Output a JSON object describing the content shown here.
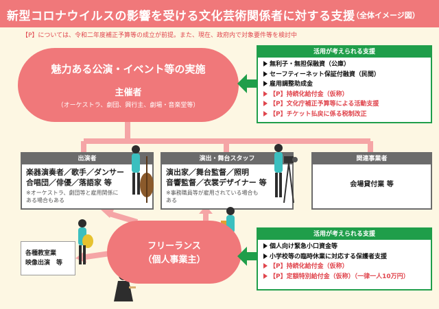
{
  "title": {
    "main": "新型コロナウイルスの影響を受ける文化芸術関係者に対する支援",
    "sub": "（全体イメージ図）"
  },
  "note": "【P】については、令和二年度補正予算等の成立が前提。また、現在、政府内で対象要件等を検討中",
  "organizer": {
    "title": "魅力ある公演・イベント等の実施",
    "role": "主催者",
    "members": "（オーケストラ、劇団、興行主、劇場・音楽堂等）"
  },
  "support_top": {
    "header": "活用が考えられる支援",
    "items": [
      {
        "text": "無利子・無担保融資（公庫）",
        "style": "black"
      },
      {
        "text": "セーフティーネット保証付融資（民間）",
        "style": "black"
      },
      {
        "text": "雇用調整助成金",
        "style": "black"
      },
      {
        "text": "【P】持続化給付金（仮称）",
        "style": "red"
      },
      {
        "text": "【P】文化庁補正予算等による活動支援",
        "style": "red"
      },
      {
        "text": "【P】チケット払戻に係る税制改正",
        "style": "red"
      }
    ]
  },
  "performers": {
    "header": "出演者",
    "main_line1": "楽器演奏者／歌手／ダンサー",
    "main_line2": "合唱団／俳優／落語家 等",
    "note_line1": "※オーケストラ、劇団等と雇用関係に",
    "note_line2": "ある場合もある"
  },
  "staff": {
    "header": "演出・舞台スタッフ",
    "main_line1": "演出家／舞台監督／照明",
    "main_line2": "音響監督／衣裳デザイナー 等",
    "note_line1": "※事務職員等が雇用されている場合も",
    "note_line2": "ある"
  },
  "related": {
    "header": "関連事業者",
    "main": "会場貸付業 等"
  },
  "freelance": {
    "line1": "フリーランス",
    "line2": "（個人事業主）"
  },
  "classes": {
    "line1": "各種教室業",
    "line2": "映像出演　等"
  },
  "support_bottom": {
    "header": "活用が考えられる支援",
    "items": [
      {
        "text": "個人向け緊急小口資金等",
        "style": "black"
      },
      {
        "text": "小学校等の臨時休業に対応する保護者支援",
        "style": "black"
      },
      {
        "text": "【P】持続化給付金（仮称）",
        "style": "red"
      },
      {
        "text": "【P】定額特別給付金（仮称）（一律一人10万円）",
        "style": "red"
      }
    ]
  },
  "colors": {
    "pink": "#f0787a",
    "green": "#1f9e4a",
    "gray": "#6b6b6b",
    "red_text": "#e0454d",
    "background": "#fdf7e3"
  }
}
